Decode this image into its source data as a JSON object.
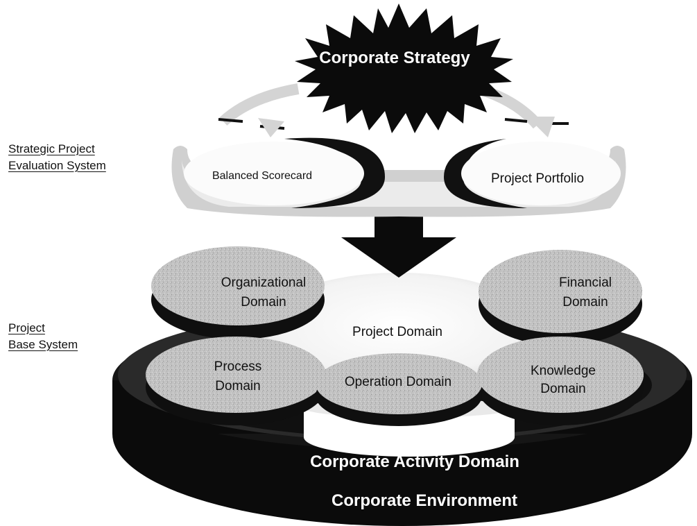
{
  "side_labels": {
    "strategic_line1": "Strategic Project",
    "strategic_line2": "Evaluation System",
    "base_line1": "Project",
    "base_line2": "Base System"
  },
  "strategy": {
    "title": "Corporate Strategy"
  },
  "evaluation": {
    "left": "Balanced Scorecard",
    "right": "Project Portfolio"
  },
  "domains": {
    "organizational_1": "Organizational",
    "organizational_2": "Domain",
    "financial_1": "Financial",
    "financial_2": "Domain",
    "project": "Project Domain",
    "process_1": "Process",
    "process_2": "Domain",
    "operation": "Operation Domain",
    "knowledge_1": "Knowledge",
    "knowledge_2": "Domain"
  },
  "base": {
    "activity": "Corporate Activity Domain",
    "environment": "Corporate Environment"
  },
  "colors": {
    "dark": "#0b0b0b",
    "disc_gray": "#bdbdbd",
    "light_gray": "#dcdcdc",
    "text": "#111111",
    "white": "#ffffff"
  }
}
